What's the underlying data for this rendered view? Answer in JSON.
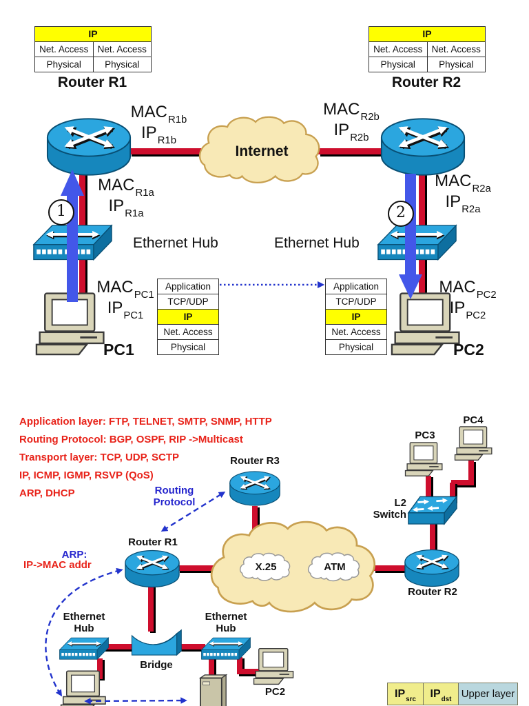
{
  "top": {
    "r1_table": {
      "ip": "IP",
      "na1": "Net. Access",
      "na2": "Net. Access",
      "ph1": "Physical",
      "ph2": "Physical",
      "title": "Router R1"
    },
    "r2_table": {
      "ip": "IP",
      "na1": "Net. Access",
      "na2": "Net. Access",
      "ph1": "Physical",
      "ph2": "Physical",
      "title": "Router R2"
    },
    "internet": "Internet",
    "hub1": "Ethernet Hub",
    "hub2": "Ethernet Hub",
    "step1": "1",
    "step2": "2",
    "pc1": "PC1",
    "pc2": "PC2",
    "mac_r1b": {
      "mac": "MAC",
      "mac_sub": "R1b",
      "ip": "IP",
      "ip_sub": "R1b"
    },
    "mac_r1a": {
      "mac": "MAC",
      "mac_sub": "R1a",
      "ip": "IP",
      "ip_sub": "R1a"
    },
    "mac_r2b": {
      "mac": "MAC",
      "mac_sub": "R2b",
      "ip": "IP",
      "ip_sub": "R2b"
    },
    "mac_r2a": {
      "mac": "MAC",
      "mac_sub": "R2a",
      "ip": "IP",
      "ip_sub": "R2a"
    },
    "mac_pc1": {
      "mac": "MAC",
      "mac_sub": "PC1",
      "ip": "IP",
      "ip_sub": "PC1"
    },
    "mac_pc2": {
      "mac": "MAC",
      "mac_sub": "PC2",
      "ip": "IP",
      "ip_sub": "PC2"
    },
    "stack1": [
      "Application",
      "TCP/UDP",
      "IP",
      "Net. Access",
      "Physical"
    ],
    "stack2": [
      "Application",
      "TCP/UDP",
      "IP",
      "Net. Access",
      "Physical"
    ]
  },
  "bottom": {
    "notes": [
      "Application layer: FTP, TELNET, SMTP, SNMP, HTTP",
      "Routing Protocol:  BGP, OSPF, RIP ->Multicast",
      "Transport layer: TCP, UDP, SCTP",
      "IP, ICMP, IGMP, RSVP (QoS)",
      "ARP, DHCP"
    ],
    "router_r3": "Router R3",
    "router_r1": "Router R1",
    "router_r2": "Router R2",
    "routing_line1": "Routing",
    "routing_line2": "Protocol",
    "arp_title": "ARP:",
    "arp_desc": "IP->MAC addr",
    "pc2": "PC2",
    "pc3": "PC3",
    "pc4": "PC4",
    "l2_line1": "L2",
    "l2_line2": "Switch",
    "hub_left_line1": "Ethernet",
    "hub_left_line2": "Hub",
    "hub_right_line1": "Ethernet",
    "hub_right_line2": "Hub",
    "bridge": "Bridge",
    "x25": "X.25",
    "atm": "ATM",
    "pkt": {
      "src": "IP",
      "src_sub": "src",
      "dst": "IP",
      "dst_sub": "dst",
      "upper": "Upper layer"
    }
  }
}
